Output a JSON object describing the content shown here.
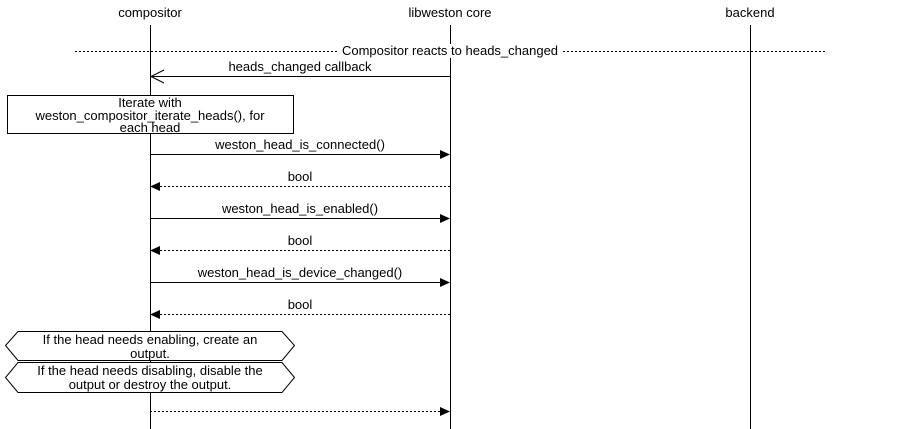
{
  "diagram": {
    "title": "Compositor reacts to heads_changed sequence diagram",
    "colors": {
      "foreground": "#000000",
      "background": "#ffffff"
    },
    "actors": [
      {
        "label": "compositor"
      },
      {
        "label": "libweston core"
      },
      {
        "label": "backend"
      }
    ],
    "divider": {
      "label": "Compositor reacts to heads_changed"
    },
    "messages": [
      {
        "label": "heads_changed callback",
        "from": "libweston core",
        "to": "compositor",
        "line": "solid",
        "arrowhead": "open"
      },
      {
        "label": "weston_head_is_connected()",
        "from": "compositor",
        "to": "libweston core",
        "line": "solid",
        "arrowhead": "filled"
      },
      {
        "label": "bool",
        "from": "libweston core",
        "to": "compositor",
        "line": "dotted",
        "arrowhead": "filled"
      },
      {
        "label": "weston_head_is_enabled()",
        "from": "compositor",
        "to": "libweston core",
        "line": "solid",
        "arrowhead": "filled"
      },
      {
        "label": "bool",
        "from": "libweston core",
        "to": "compositor",
        "line": "dotted",
        "arrowhead": "filled"
      },
      {
        "label": "weston_head_is_device_changed()",
        "from": "compositor",
        "to": "libweston core",
        "line": "solid",
        "arrowhead": "filled"
      },
      {
        "label": "bool",
        "from": "libweston core",
        "to": "compositor",
        "line": "dotted",
        "arrowhead": "filled"
      },
      {
        "label": "",
        "from": "compositor",
        "to": "libweston core",
        "line": "dotted",
        "arrowhead": "filled"
      }
    ],
    "notes": [
      {
        "shape": "box",
        "lines": [
          "Iterate with",
          "weston_compositor_iterate_heads(), for",
          "each head"
        ]
      },
      {
        "shape": "hexagon",
        "lines": [
          "If the head needs enabling, create an",
          "output."
        ]
      },
      {
        "shape": "hexagon",
        "lines": [
          "If the head needs disabling, disable the",
          "output or destroy the output."
        ]
      }
    ]
  }
}
